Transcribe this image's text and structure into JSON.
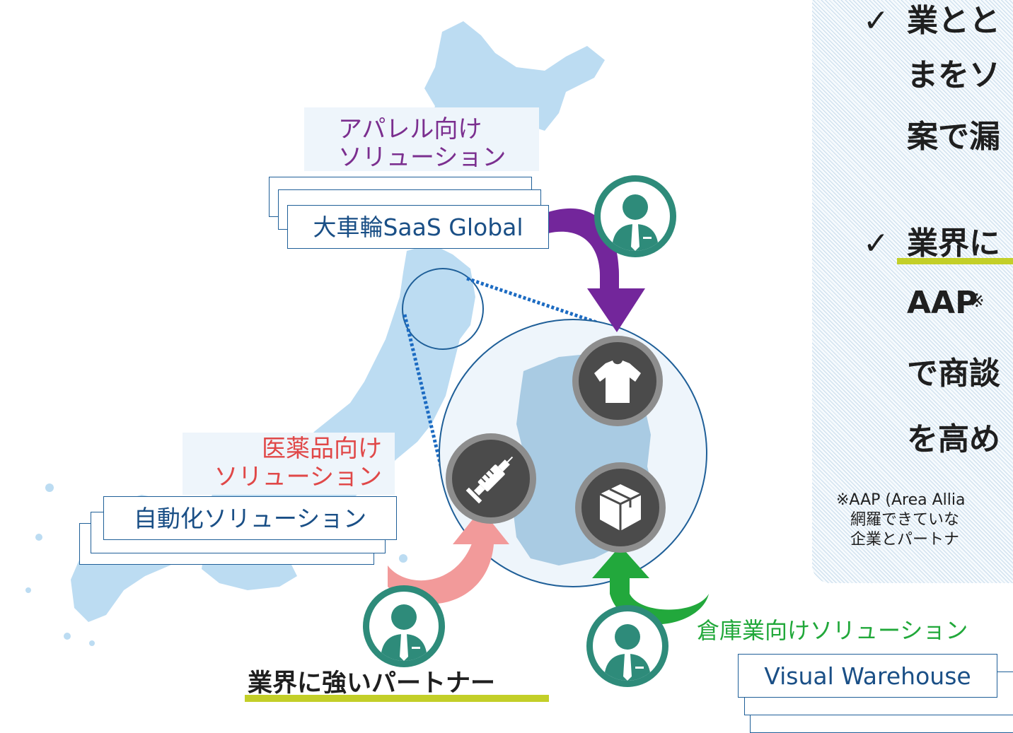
{
  "colors": {
    "map_fill": "#b9d9f1",
    "box_border": "#1f5f98",
    "apparel": "#7b2f8f",
    "pharma": "#e04848",
    "warehouse": "#21a83a",
    "partner": "#2e8b7a",
    "underline": "#c3cf28"
  },
  "apparel": {
    "label_line1": "アパレル向け",
    "label_line2": "ソリューション",
    "product": "大車輪SaaS Global"
  },
  "pharma": {
    "label_line1": "医薬品向け",
    "label_line2": "ソリューション",
    "product": "自動化ソリューション"
  },
  "warehouse": {
    "label": "倉庫業向けソリューション",
    "product": "Visual Warehouse"
  },
  "partner": {
    "title": "業界に強いパートナー"
  },
  "panel": {
    "check_mark": "✓",
    "lines": [
      "業とと",
      "まをソ",
      "案で漏",
      "業界に",
      "AAP",
      "で商談",
      "を高め"
    ],
    "aap_mark": "※",
    "note_lines": [
      "※AAP (Area Allia",
      "網羅できていな",
      "企業とパートナ"
    ]
  },
  "icons": {
    "apparel": "tshirt-icon",
    "pharma": "syringe-icon",
    "warehouse": "box-icon",
    "person": "businessman-icon"
  }
}
